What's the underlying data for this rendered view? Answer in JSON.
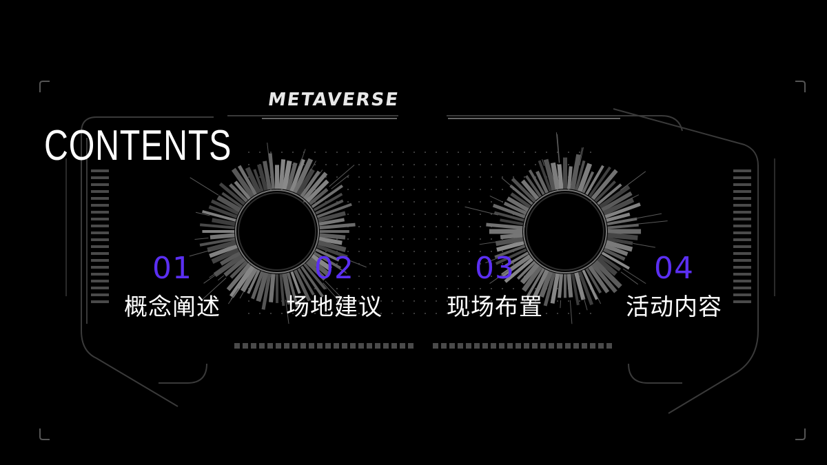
{
  "logo_text": "METAVERSE",
  "title": "CONTENTS",
  "items": [
    {
      "number": "01",
      "label": "概念阐述"
    },
    {
      "number": "02",
      "label": "场地建议"
    },
    {
      "number": "03",
      "label": "现场布置"
    },
    {
      "number": "04",
      "label": "活动内容"
    }
  ],
  "colors": {
    "background": "#000000",
    "accent": "#5b2ff2",
    "hud_lines": "#5a5a5a",
    "text": "#ffffff"
  }
}
